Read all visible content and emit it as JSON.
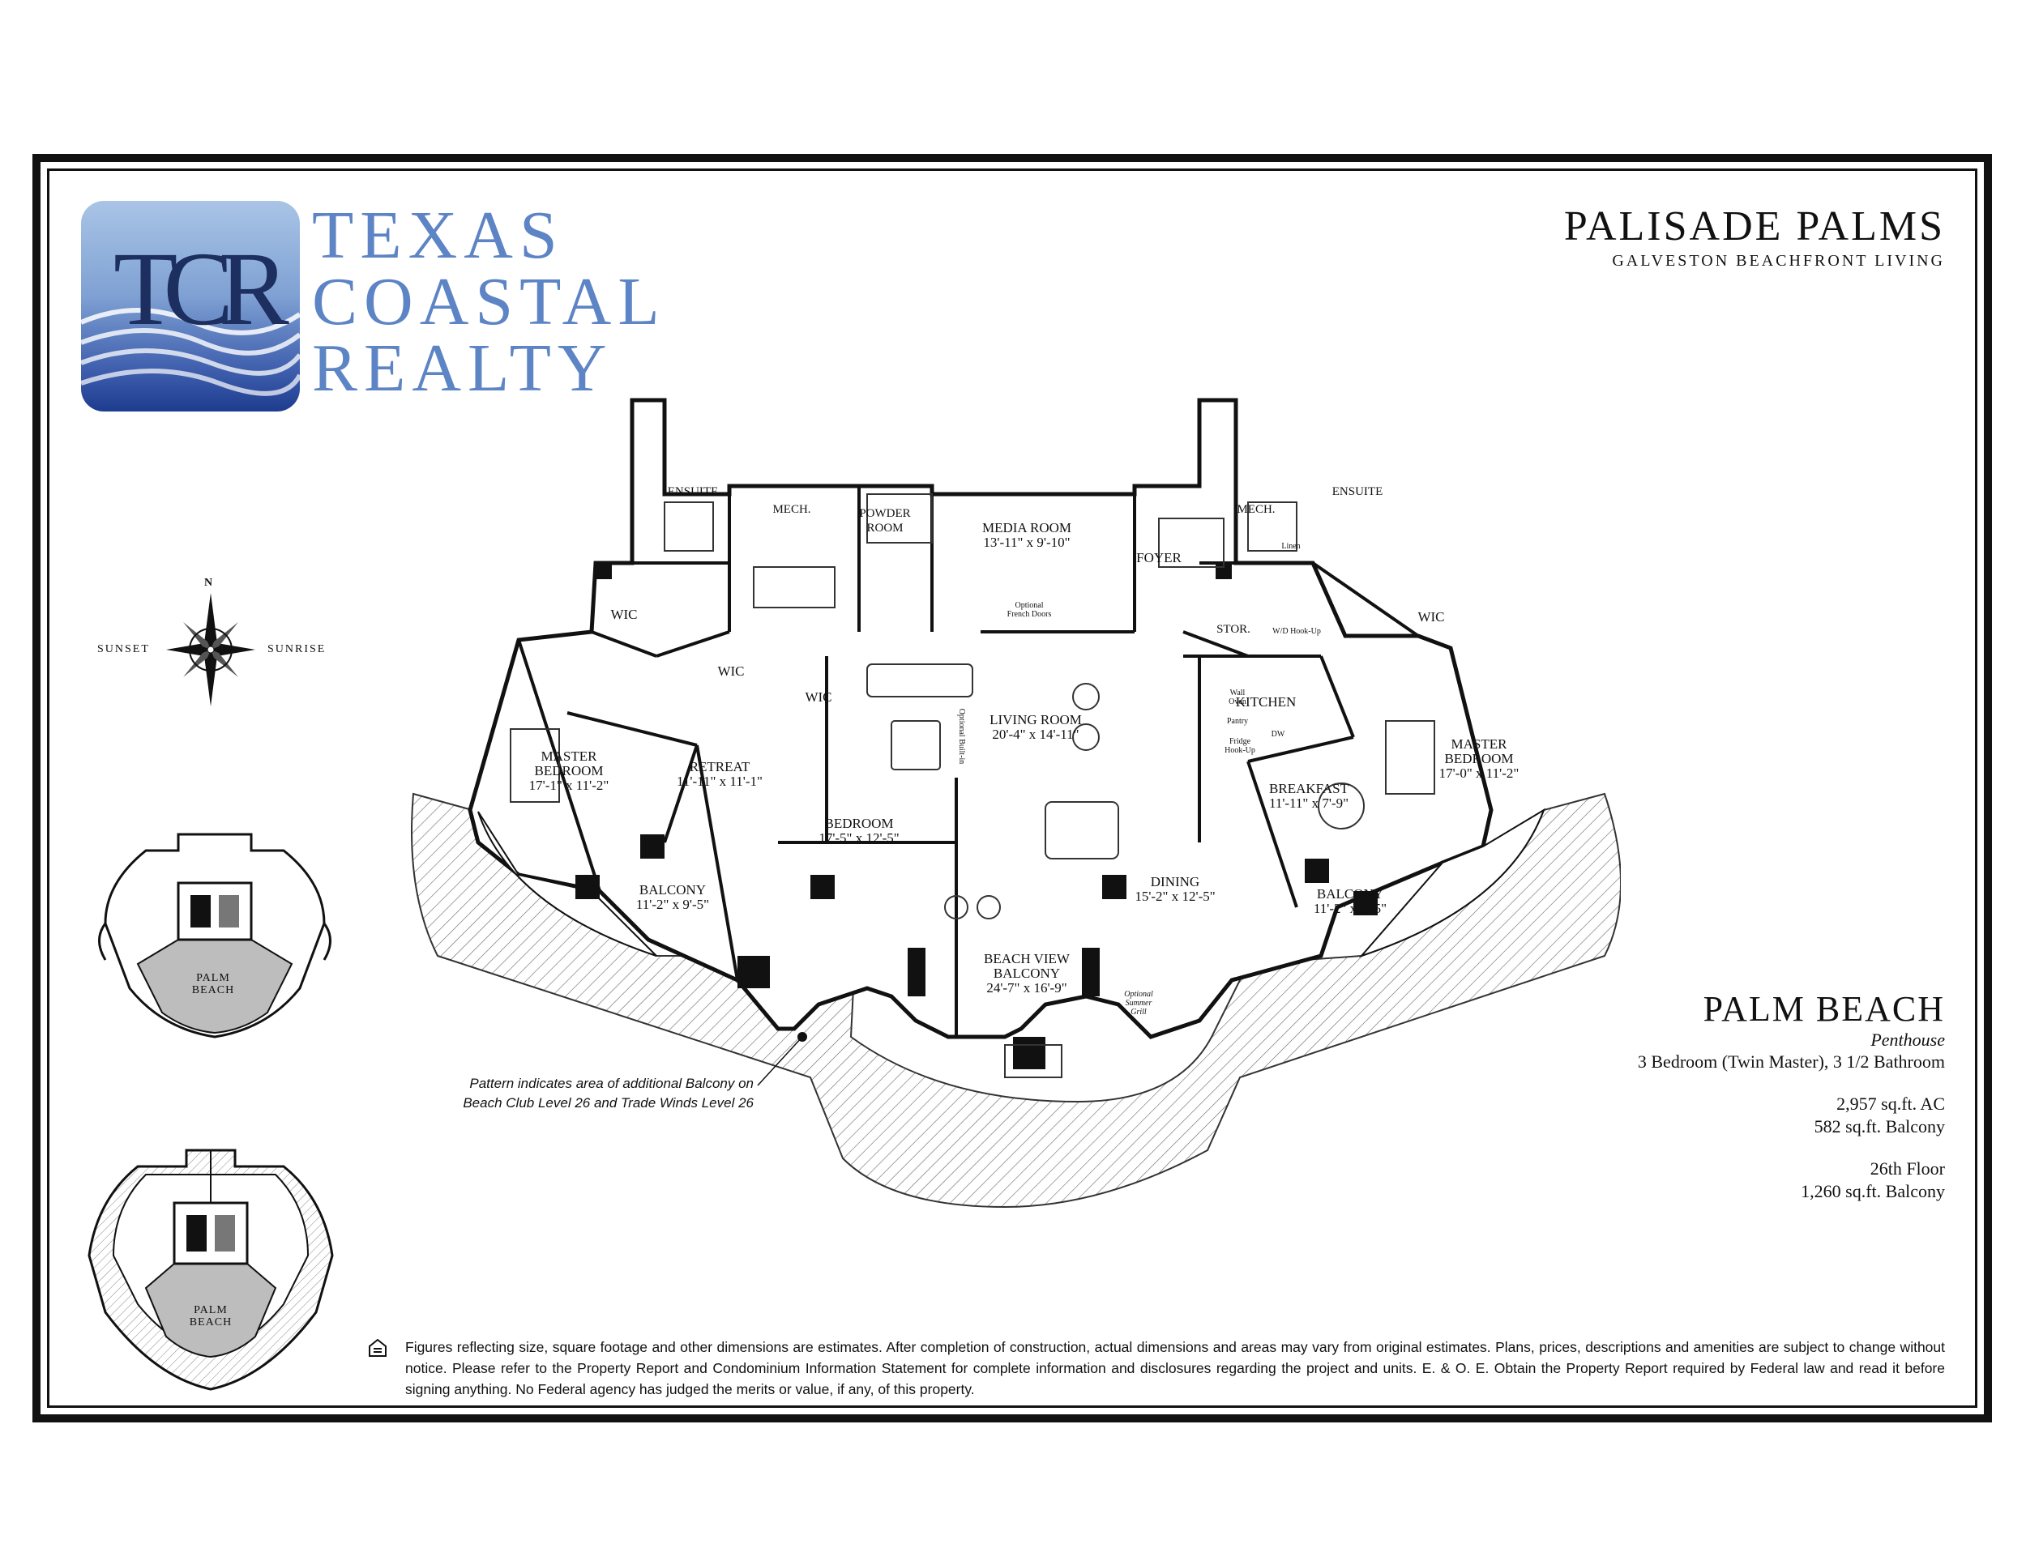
{
  "logo": {
    "mark": "TCR",
    "words": [
      "TEXAS",
      "COASTAL",
      "REALTY"
    ]
  },
  "brand": {
    "name": "PALISADE PALMS",
    "tagline": "GALVESTON BEACHFRONT LIVING"
  },
  "compass": {
    "north": "N",
    "west": "SUNSET",
    "east": "SUNRISE"
  },
  "rooms": {
    "ensuite_left": "ENSUITE",
    "mech_left": "MECH.",
    "powder": [
      "POWDER",
      "ROOM"
    ],
    "media": {
      "name": "MEDIA ROOM",
      "dim": "13'-11\" x 9'-10\""
    },
    "optional_french_doors": [
      "Optional",
      "French Doors"
    ],
    "foyer": "FOYER",
    "mech_right": "MECH.",
    "ensuite_right": "ENSUITE",
    "linen": "Linen",
    "stor": "STOR.",
    "wd_hookup": "W/D Hook-Up",
    "wic_left": "WIC",
    "wic_center": "WIC",
    "wic_inner": "WIC",
    "wic_right": "WIC",
    "living": {
      "name": "LIVING ROOM",
      "dim": "20'-4\" x 14'-11\""
    },
    "optional_builtin": "Optional Built-in",
    "kitchen": "KITCHEN",
    "wall_oven": [
      "Wall",
      "Oven"
    ],
    "pantry": "Pantry",
    "fridge_hookup": [
      "Fridge",
      "Hook-Up"
    ],
    "dw": "DW",
    "master_left": {
      "name": [
        "MASTER",
        "BEDROOM"
      ],
      "dim": "17'-1\" x 11'-2\""
    },
    "retreat": {
      "name": "RETREAT",
      "dim": "11'-11\" x 11'-1\""
    },
    "bedroom": {
      "name": "BEDROOM",
      "dim": "17'-5\" x 12'-5\""
    },
    "breakfast": {
      "name": "BREAKFAST",
      "dim": "11'-11\" x 7'-9\""
    },
    "master_right": {
      "name": [
        "MASTER",
        "BEDROOM"
      ],
      "dim": "17'-0\" x 11'-2\""
    },
    "balcony_left": {
      "name": "BALCONY",
      "dim": "11'-2\" x 9'-5\""
    },
    "dining": {
      "name": "DINING",
      "dim": "15'-2\" x 12'-5\""
    },
    "balcony_right": {
      "name": "BALCONY",
      "dim": "11'-2\" x 9'-5\""
    },
    "beach_view": {
      "name": [
        "BEACH VIEW",
        "BALCONY"
      ],
      "dim": "24'-7\" x 16'-9\""
    },
    "summer_grill": [
      "Optional",
      "Summer",
      "Grill"
    ]
  },
  "pattern_note": [
    "Pattern indicates area of additional Balcony on",
    "Beach Club Level 26 and Trade Winds Level 26"
  ],
  "unit": {
    "name": "PALM BEACH",
    "type": "Penthouse",
    "rooms": "3 Bedroom (Twin Master), 3 1/2 Bathroom",
    "ac": "2,957 sq.ft. AC",
    "balcony": "582 sq.ft. Balcony",
    "floor": "26th Floor",
    "floor_balcony": "1,260 sq.ft. Balcony"
  },
  "keyplans": {
    "top": [
      "PALM",
      "BEACH"
    ],
    "bottom": [
      "PALM",
      "BEACH"
    ]
  },
  "disclaimer": "Figures reflecting size, square footage and other dimensions are estimates. After completion of construction, actual dimensions and areas may vary from original estimates. Plans, prices, descriptions and amenities are subject to change without notice. Please refer to the Property Report and Condominium Information Statement for complete information and disclosures regarding the project and units. E. & O. E. Obtain the Property Report required by Federal law and read it before signing anything. No Federal agency has judged the merits or value, if any, of this property."
}
